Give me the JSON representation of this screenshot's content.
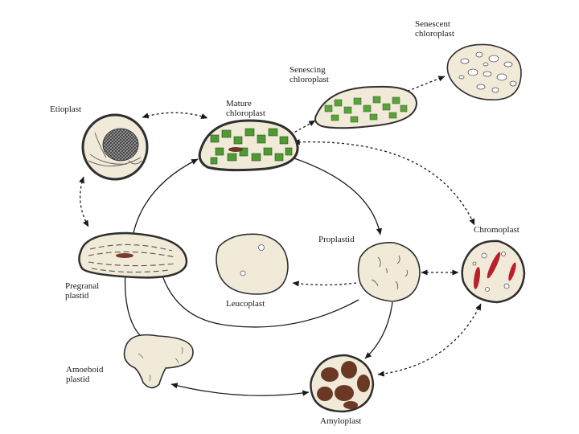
{
  "labels": {
    "etioplast": "Etioplast",
    "mature_1": "Mature",
    "mature_2": "chloroplast",
    "senescing_1": "Senescing",
    "senescing_2": "chloroplast",
    "senescent_1": "Senescent",
    "senescent_2": "chloroplast",
    "chromoplast": "Chromoplast",
    "proplastid": "Proplastid",
    "leucoplast": "Leucoplast",
    "pregranal_1": "Pregranal",
    "pregranal_2": "plastid",
    "amoeboid_1": "Amoeboid",
    "amoeboid_2": "plastid",
    "amyloplast": "Amyloplast"
  },
  "colors": {
    "cell_fill": "#f1ead8",
    "outline": "#2f2f2f",
    "grana_green": "#4f9a33",
    "starch_brown": "#6b3826",
    "chromo_red": "#b8202c",
    "etio_hatch": "#555555"
  }
}
